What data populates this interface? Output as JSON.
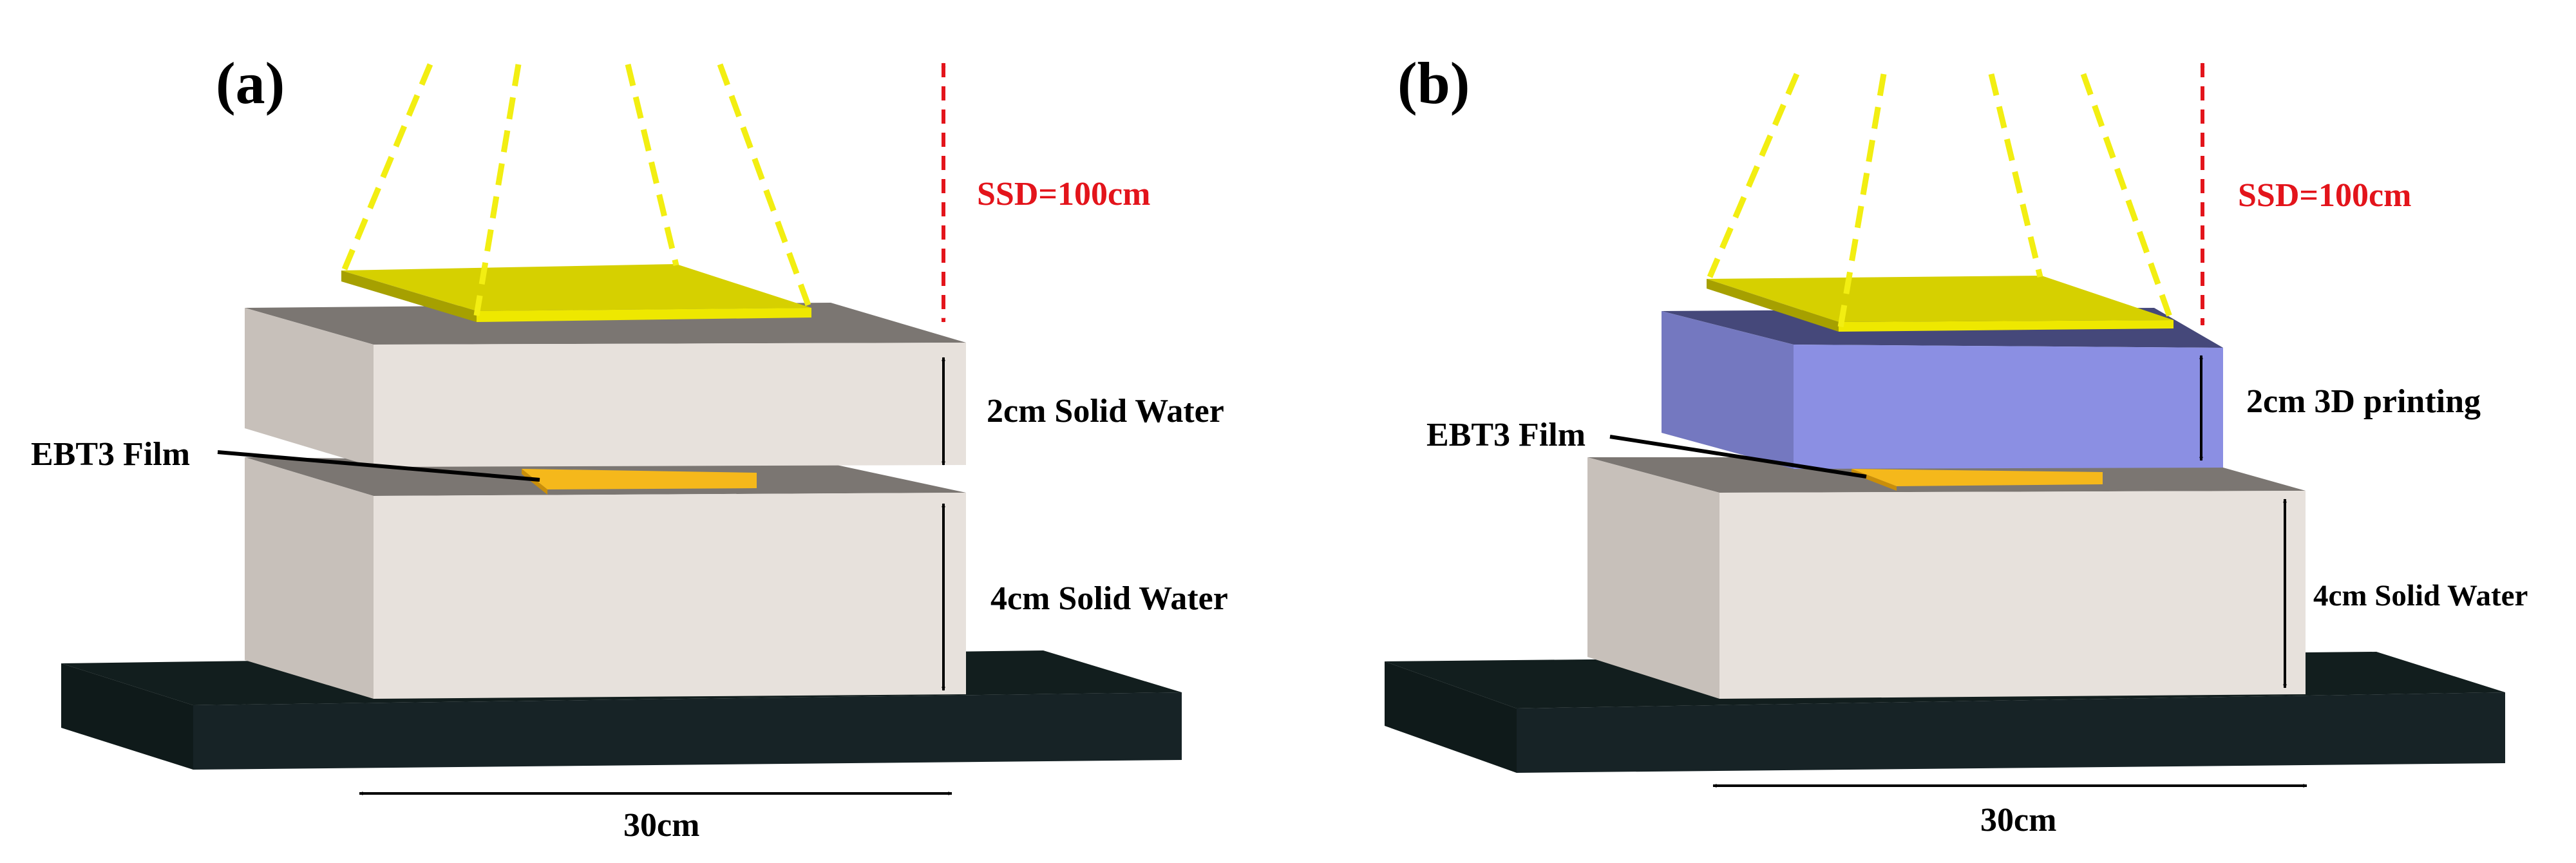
{
  "colors": {
    "beam": "#f2ee12",
    "collimator_top": "#d6d000",
    "collimator_side": "#a6a000",
    "solid_water_top": "#7b7672",
    "solid_water_front": "#e7e1dc",
    "solid_water_side": "#c7c0ba",
    "printed_top": "#45487a",
    "printed_front": "#8b8fe3",
    "printed_side": "#7478c0",
    "film": "#f5b81b",
    "couch_top": "#121e1e",
    "couch_front": "#172326",
    "ssd_arrow": "#e3141b",
    "dimension_arrow": "#000000"
  },
  "panel_a": {
    "letter": "(a)",
    "ssd_label": "SSD=100cm",
    "top_block_label": "2cm Solid Water",
    "film_label": "EBT3 Film",
    "bottom_block_label": "4cm Solid Water",
    "width_label": "30cm"
  },
  "panel_b": {
    "letter": "(b)",
    "ssd_label": "SSD=100cm",
    "top_block_label": "2cm 3D printing",
    "film_label": "EBT3 Film",
    "bottom_block_label": "4cm Solid Water",
    "width_label": "30cm"
  }
}
